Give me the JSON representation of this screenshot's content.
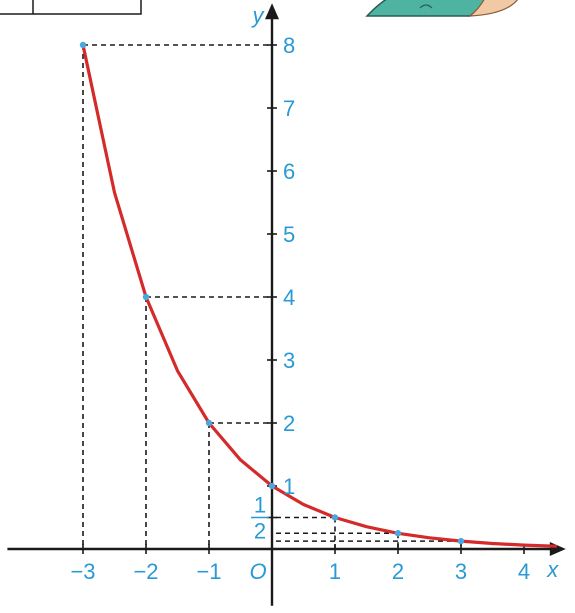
{
  "chart_data": {
    "type": "line",
    "function": "y = (1/2)^x",
    "series": [
      {
        "color": "#d42a2a",
        "x": [
          -3,
          -2.5,
          -2,
          -1.5,
          -1,
          -0.5,
          0,
          0.5,
          1,
          1.5,
          2,
          2.5,
          3,
          3.5,
          4,
          4.5
        ],
        "y": [
          8,
          5.657,
          4,
          2.828,
          2,
          1.414,
          1,
          0.707,
          0.5,
          0.354,
          0.25,
          0.177,
          0.125,
          0.088,
          0.0625,
          0.044
        ]
      }
    ],
    "highlighted_points": [
      {
        "x": -3,
        "y": 8
      },
      {
        "x": -2,
        "y": 4
      },
      {
        "x": -1,
        "y": 2
      },
      {
        "x": 0,
        "y": 1
      },
      {
        "x": 1,
        "y": 0.5
      },
      {
        "x": 2,
        "y": 0.25
      },
      {
        "x": 3,
        "y": 0.125
      }
    ],
    "xlabel": "x",
    "ylabel": "y",
    "origin_label": "O",
    "x_ticks": [
      {
        "value": -3,
        "label": "−3"
      },
      {
        "value": -2,
        "label": "−2"
      },
      {
        "value": -1,
        "label": "−1"
      },
      {
        "value": 1,
        "label": "1"
      },
      {
        "value": 2,
        "label": "2"
      },
      {
        "value": 3,
        "label": "3"
      },
      {
        "value": 4,
        "label": "4"
      }
    ],
    "y_ticks": [
      {
        "value": 1,
        "label": "1"
      },
      {
        "value": 2,
        "label": "2"
      },
      {
        "value": 3,
        "label": "3"
      },
      {
        "value": 4,
        "label": "4"
      },
      {
        "value": 5,
        "label": "5"
      },
      {
        "value": 6,
        "label": "6"
      },
      {
        "value": 7,
        "label": "7"
      },
      {
        "value": 8,
        "label": "8"
      }
    ],
    "half_tick": {
      "value": 0.5,
      "numerator": "1",
      "denominator": "2"
    },
    "xlim": [
      -4.2,
      4.6
    ],
    "ylim": [
      -0.9,
      8.6
    ],
    "grid": false,
    "axis_color": "#1a1a1a",
    "label_color": "#2a9ad4",
    "curve_color": "#d42a2a",
    "point_color": "#4aa8de"
  }
}
